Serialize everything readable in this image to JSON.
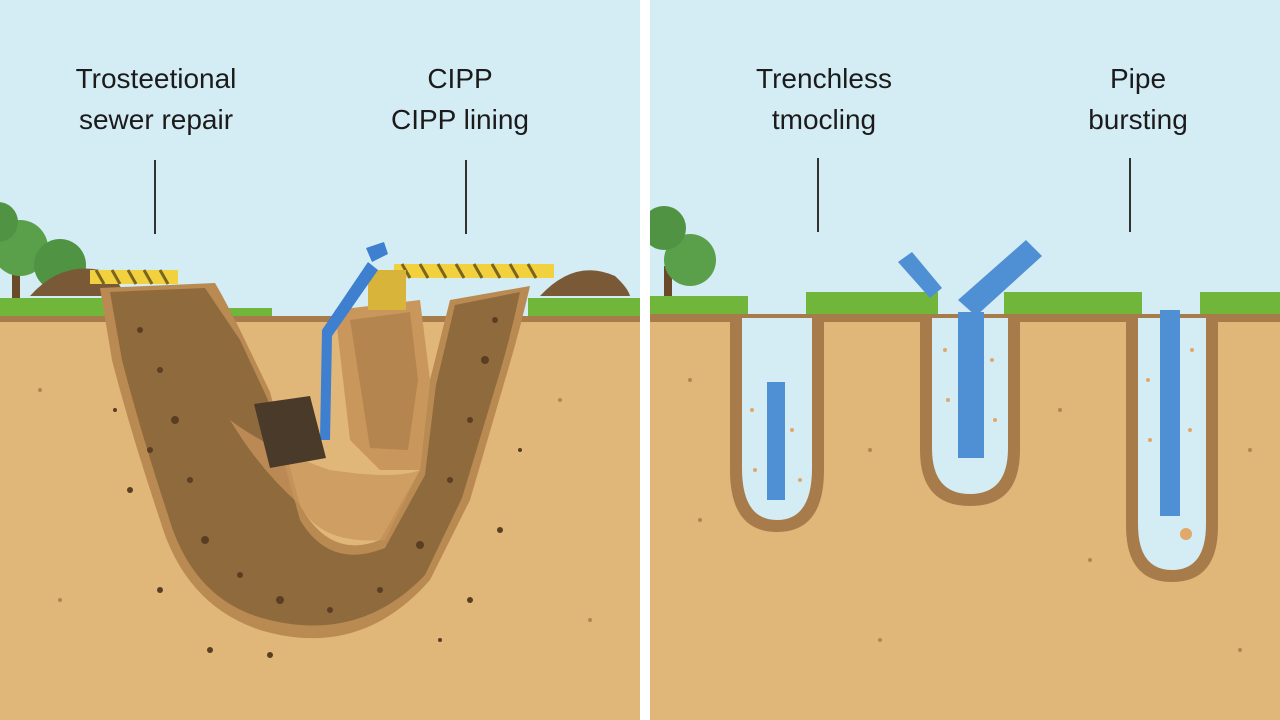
{
  "labels": {
    "left_1": [
      "Trosteetional",
      "sewer repair"
    ],
    "left_2": [
      "CIPP",
      "CIPP lining"
    ],
    "right_1": [
      "Trenchless",
      "tmocling"
    ],
    "right_2": [
      "Pipe",
      "bursting"
    ]
  },
  "colors": {
    "sky": "#d4ecf4",
    "soil": "#e0b679",
    "grass": "#6fb63a",
    "trench_dirt": "#8f6a3d",
    "trench_edge": "#b98a52",
    "pipe": "#4f8fd3",
    "divider": "#ffffff",
    "tape": "#f1d23e"
  },
  "icons": {
    "tree": "tree-icon",
    "excavator": "excavator-icon",
    "barrier": "barrier-tape-icon"
  }
}
